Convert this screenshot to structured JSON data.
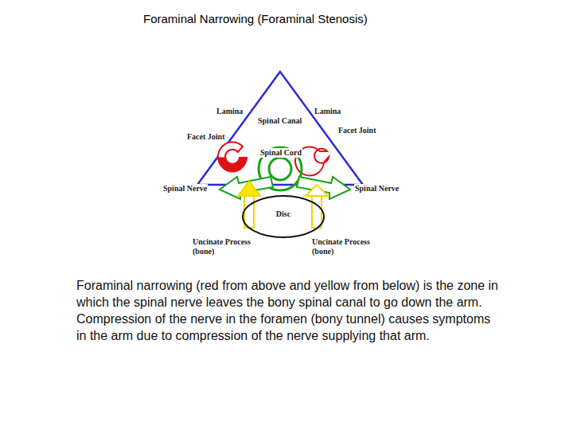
{
  "diagram": {
    "title": "Foraminal Narrowing (Foraminal Stenosis)",
    "caption": "Foraminal narrowing (red from above and yellow from below) is the zone in which the spinal nerve leaves the bony spinal canal to go down the arm. Compression of the nerve in the foramen (bony tunnel) causes symptoms in the arm due to compression of the nerve supplying that arm.",
    "nodes": [
      {
        "text": [
          "Disc"
        ]
      }
    ],
    "labels": [
      "Lamina",
      "Lamina",
      "Spinal Canal",
      "Facet Joint",
      "Facet Joint",
      "Spinal Cord",
      "Spinal Nerve",
      "Spinal Nerve",
      "Uncinate Process (bone)",
      "Uncinate Process (bone)"
    ]
  }
}
